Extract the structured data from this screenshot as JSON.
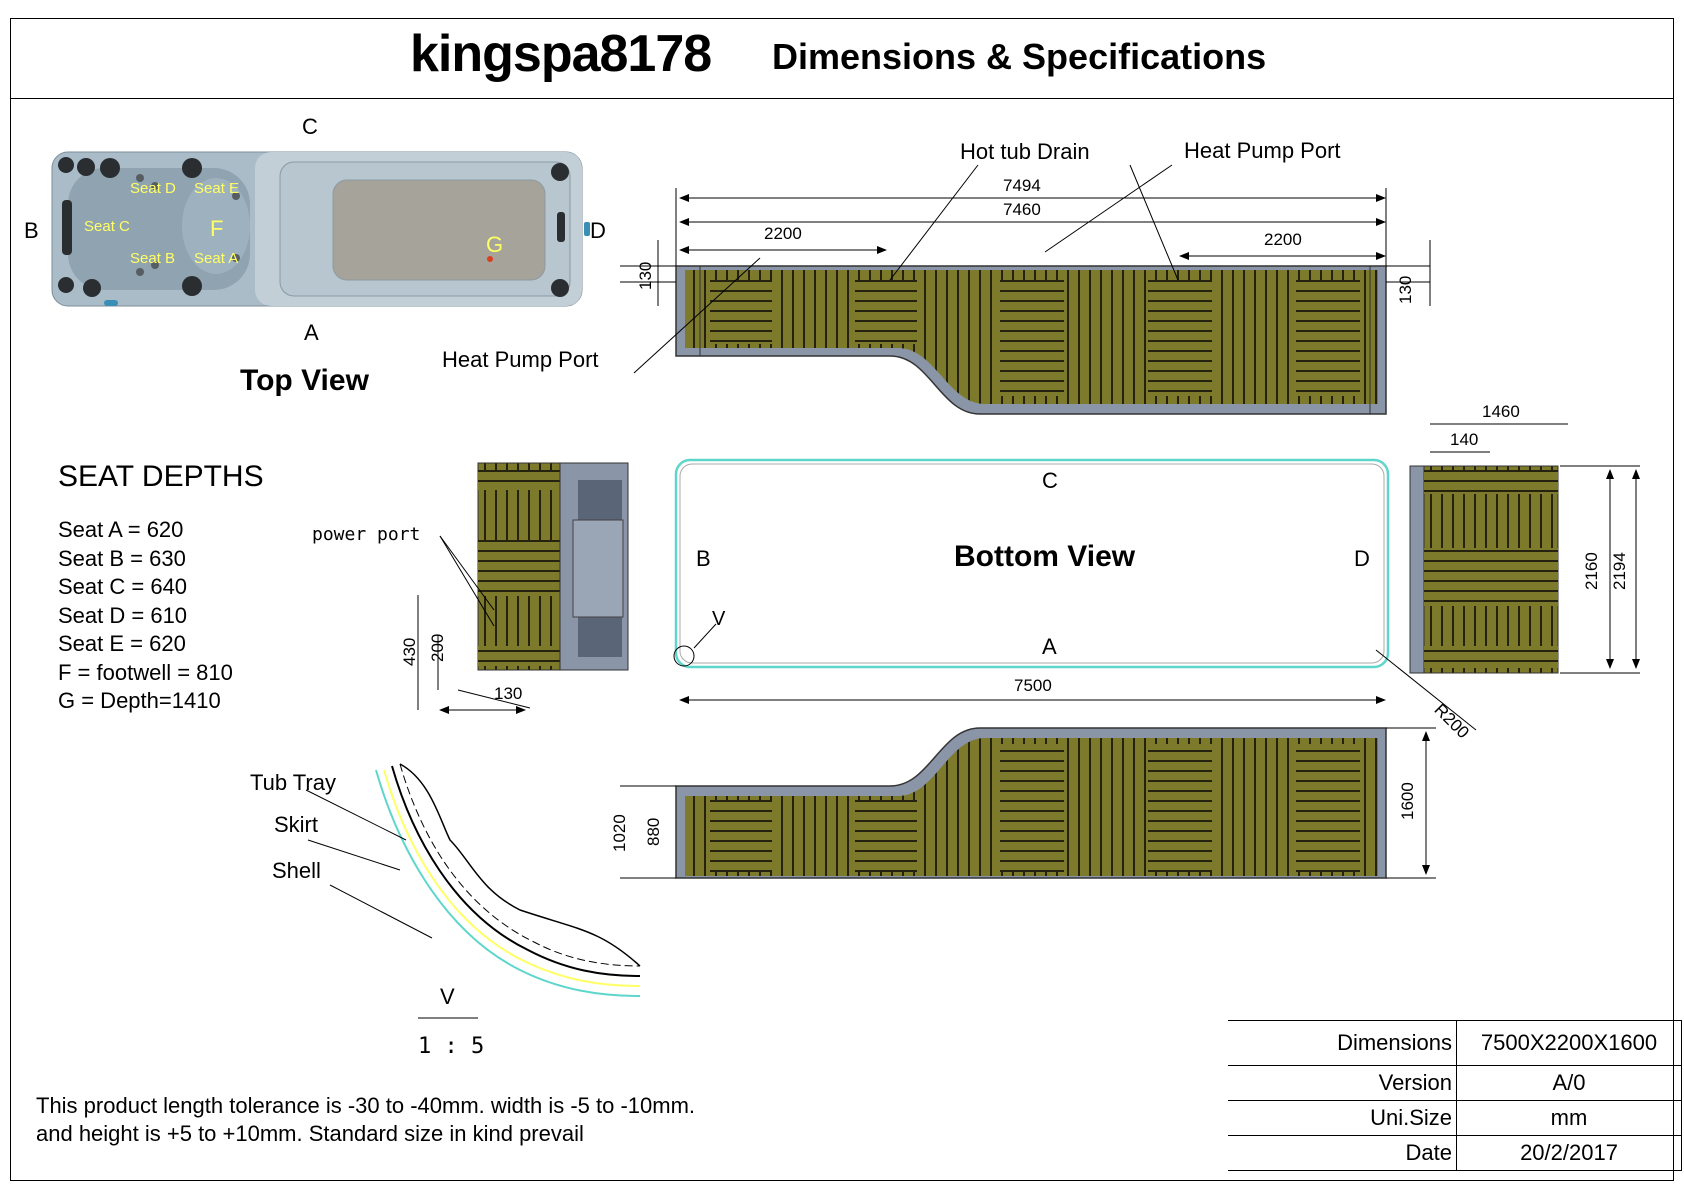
{
  "header": {
    "brand": "kingspa8178",
    "title": "Dimensions & Specifications"
  },
  "top_view": {
    "title": "Top View",
    "side_labels": {
      "a": "A",
      "b": "B",
      "c": "C",
      "d": "D"
    },
    "seat_tags": [
      "Seat D",
      "Seat E",
      "Seat C",
      "Seat B",
      "Seat A"
    ],
    "footwell": "F",
    "depth": "G"
  },
  "callouts": {
    "hot_tub_drain": "Hot tub Drain",
    "heat_pump_port_1": "Heat Pump Port",
    "heat_pump_port_2": "Heat Pump Port",
    "power_port": "power port"
  },
  "side_view_dims": {
    "d7494": "7494",
    "d7460": "7460",
    "d2200_left": "2200",
    "d2200_right": "2200",
    "d130_left": "130",
    "d130_right": "130"
  },
  "seat_depths": {
    "title": "SEAT  DEPTHS",
    "items": [
      "Seat A  = 620",
      "Seat B  = 630",
      "Seat C  = 640",
      "Seat D  = 610",
      "Seat E   = 620",
      "F = footwell = 810",
      "G = Depth=1410"
    ]
  },
  "end_view_dims": {
    "d430": "430",
    "d200": "200",
    "d130": "130"
  },
  "bottom_view": {
    "title": "Bottom View",
    "side_labels": {
      "a": "A",
      "b": "B",
      "c": "C",
      "d": "D"
    },
    "v_label": "V",
    "d7500": "7500",
    "r200": "R200"
  },
  "right_end_dims": {
    "d1460": "1460",
    "d140": "140",
    "d2160": "2160",
    "d2194": "2194"
  },
  "front_view_dims": {
    "d1020": "1020",
    "d880": "880",
    "d1600": "1600"
  },
  "section": {
    "labels": {
      "tub_tray": "Tub Tray",
      "skirt": "Skirt",
      "shell": "Shell"
    },
    "v_label": "V",
    "scale": "1 : 5"
  },
  "note": {
    "line1": "This product length tolerance is -30 to -40mm. width is -5 to -10mm.",
    "line2": "and height is +5 to +10mm. Standard size in kind prevail"
  },
  "spec_table": [
    {
      "key": "Dimensions",
      "value": "7500X2200X1600"
    },
    {
      "key": "Version",
      "value": "A/0"
    },
    {
      "key": "Uni.Size",
      "value": "mm"
    },
    {
      "key": "Date",
      "value": "20/2/2017"
    }
  ],
  "colors": {
    "panel": "#7d7a2c",
    "slat_dark": "#252310",
    "frame": "#8a96a8",
    "cyan": "#5fd6cc",
    "yellow": "#ffff66"
  }
}
